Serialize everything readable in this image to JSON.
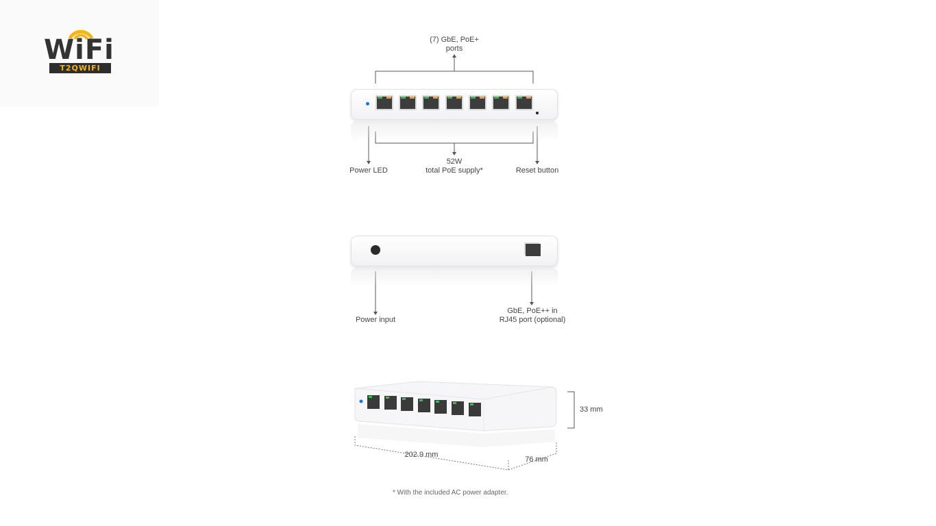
{
  "logo": {
    "word": "WiFi",
    "subtitle": "T2QWIFI"
  },
  "front_view": {
    "top_label": "(7) GbE, PoE+\nports",
    "power_led_label": "Power LED",
    "poe_supply_value": "52W",
    "poe_supply_label": "total PoE supply*",
    "reset_label": "Reset button"
  },
  "rear_view": {
    "power_input_label": "Power input",
    "uplink_label_line1": "GbE, PoE++ in",
    "uplink_label_line2": "RJ45 port (optional)"
  },
  "dimensions": {
    "height": "33 mm",
    "width": "202.9 mm",
    "depth": "76 mm"
  },
  "footnote": "* With the included AC power adapter.",
  "colors": {
    "led": "#1a74e8",
    "port_green": "#36c24a",
    "port_orange": "#f0a23a",
    "line": "#555555"
  }
}
